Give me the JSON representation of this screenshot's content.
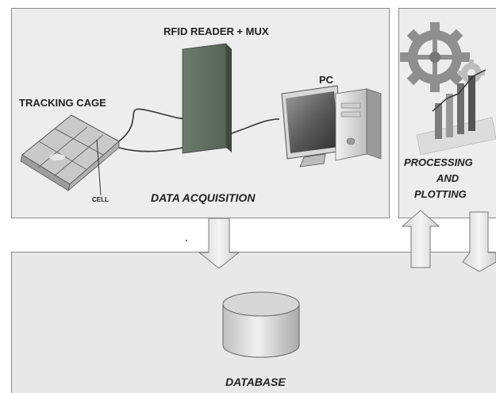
{
  "acquisition": {
    "title": "DATA ACQUISITION",
    "reader_label": "RFID READER + MUX",
    "pc_label": "PC",
    "cage_label": "TRACKING CAGE",
    "cell_label": "CELL"
  },
  "processing": {
    "line1": "PROCESSING",
    "line2": "AND",
    "line3": "PLOTTING"
  },
  "database": {
    "title": "DATABASE"
  },
  "colors": {
    "panel_fill": "#ededed",
    "reader_box": "#6f7f6f",
    "screen": "#5a5a5a",
    "gear": "#8a8a8a"
  }
}
